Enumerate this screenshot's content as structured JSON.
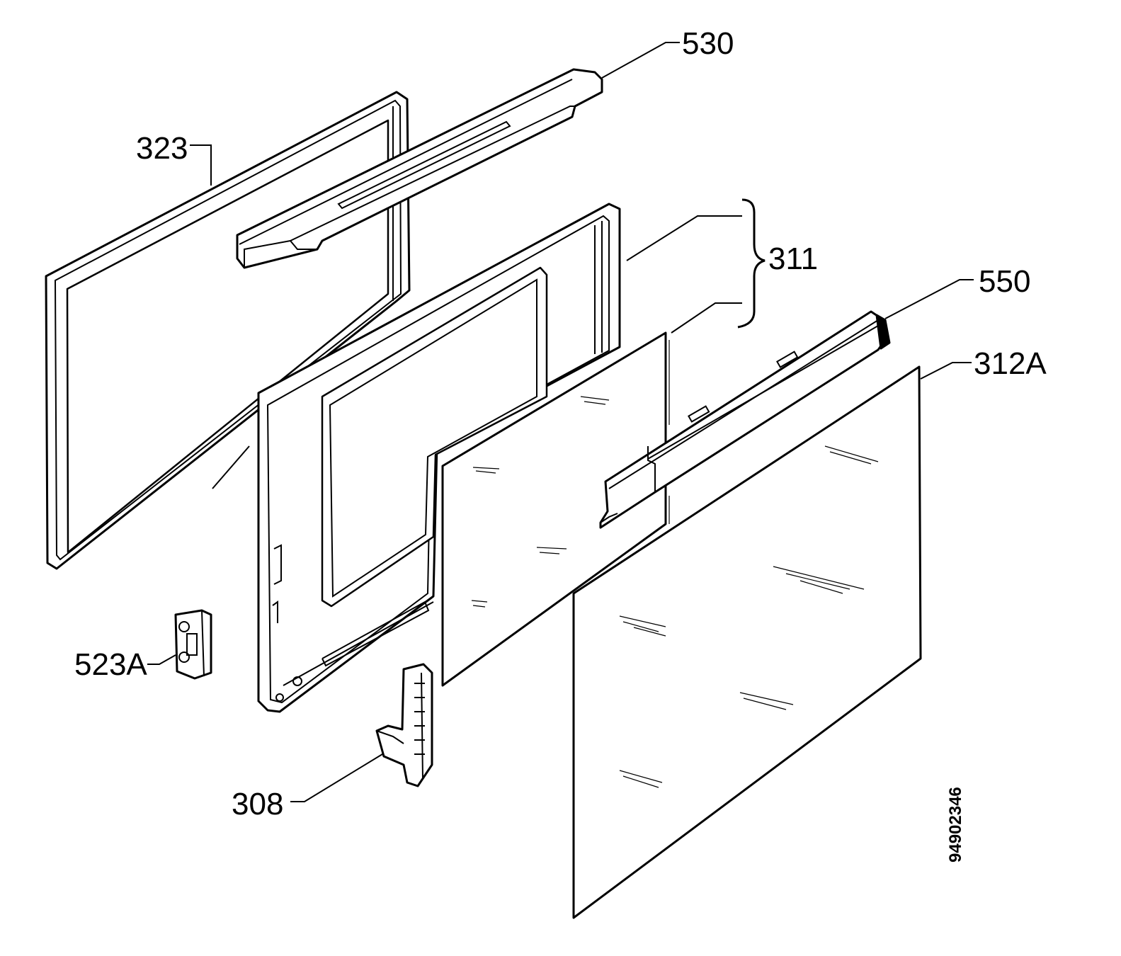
{
  "labels": {
    "p530": "530",
    "p323": "323",
    "p311": "311",
    "p550": "550",
    "p312a": "312A",
    "p523a": "523A",
    "p308": "308"
  },
  "drawing_code": "94902346"
}
